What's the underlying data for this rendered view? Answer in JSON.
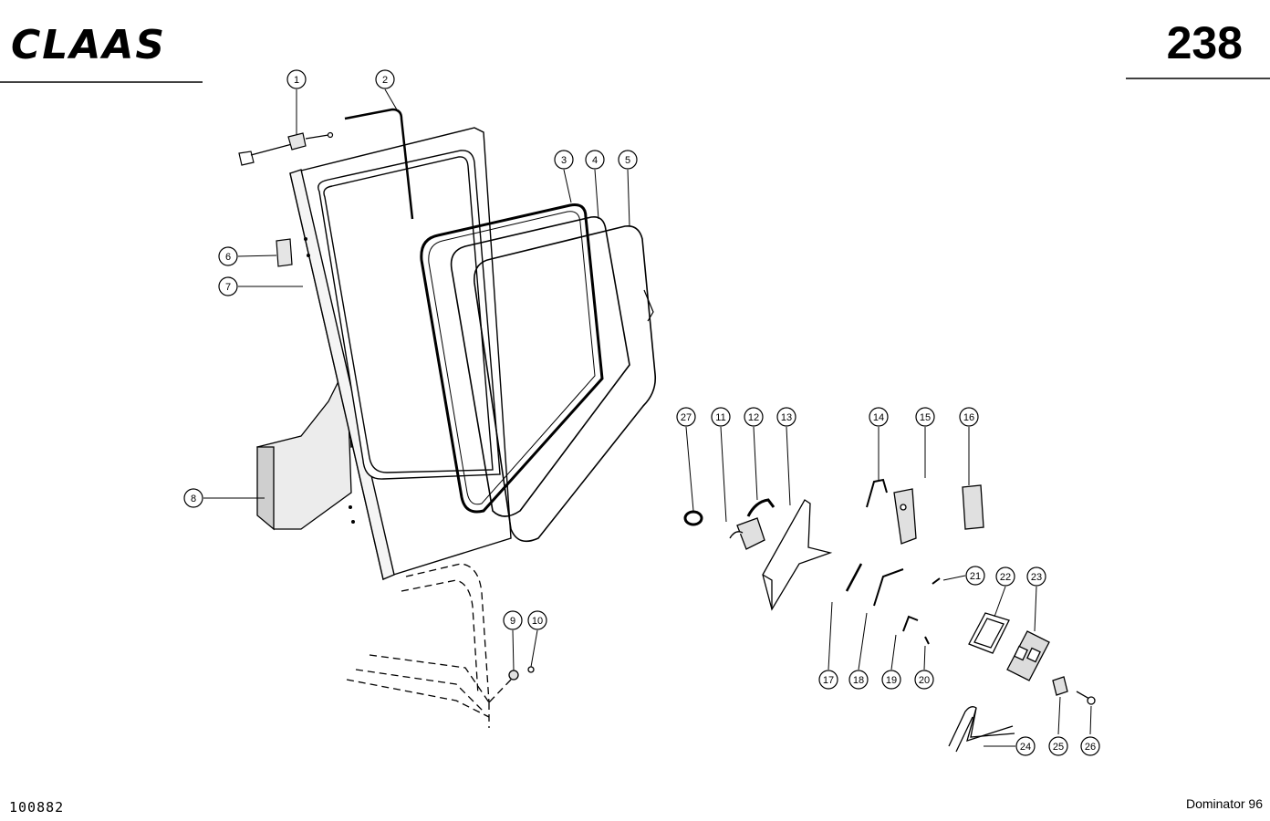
{
  "header": {
    "brand": "CLAAS",
    "page_number": "238"
  },
  "footer": {
    "drawing_number": "100882",
    "model": "Dominator 96"
  },
  "callouts": [
    {
      "id": "1",
      "label": "1"
    },
    {
      "id": "2",
      "label": "2"
    },
    {
      "id": "3",
      "label": "3"
    },
    {
      "id": "4",
      "label": "4"
    },
    {
      "id": "5",
      "label": "5"
    },
    {
      "id": "6",
      "label": "6"
    },
    {
      "id": "7",
      "label": "7"
    },
    {
      "id": "8",
      "label": "8"
    },
    {
      "id": "9",
      "label": "9"
    },
    {
      "id": "10",
      "label": "10"
    },
    {
      "id": "11",
      "label": "11"
    },
    {
      "id": "12",
      "label": "12"
    },
    {
      "id": "13",
      "label": "13"
    },
    {
      "id": "14",
      "label": "14"
    },
    {
      "id": "15",
      "label": "15"
    },
    {
      "id": "16",
      "label": "16"
    },
    {
      "id": "17",
      "label": "17"
    },
    {
      "id": "18",
      "label": "18"
    },
    {
      "id": "19",
      "label": "19"
    },
    {
      "id": "20",
      "label": "20"
    },
    {
      "id": "21",
      "label": "21"
    },
    {
      "id": "22",
      "label": "22"
    },
    {
      "id": "23",
      "label": "23"
    },
    {
      "id": "24",
      "label": "24"
    },
    {
      "id": "25",
      "label": "25"
    },
    {
      "id": "26",
      "label": "26"
    },
    {
      "id": "27",
      "label": "27"
    }
  ]
}
